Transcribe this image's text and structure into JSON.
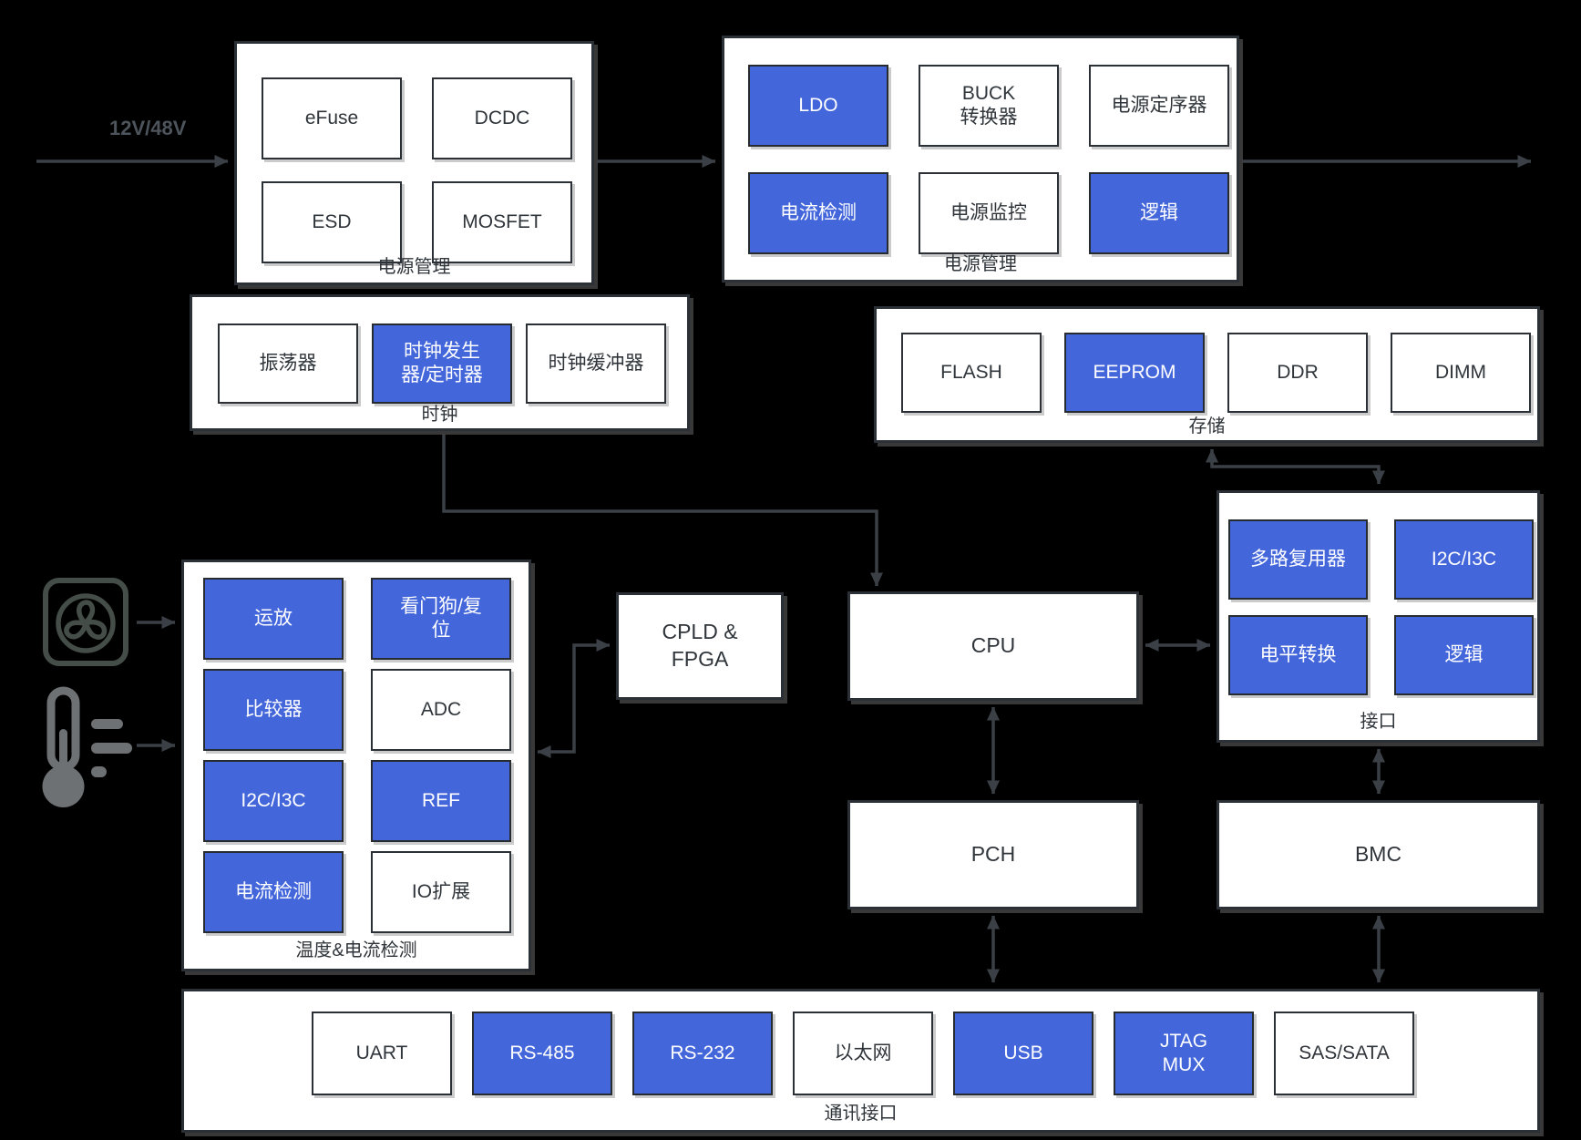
{
  "colors": {
    "background": "#000000",
    "box_fill": "#ffffff",
    "box_border": "#2a3036",
    "blue_fill": "#4366db",
    "blue_text": "#ffffff",
    "dark_text": "#2f353a",
    "line": "#3a4046",
    "muted_text": "#4d545b",
    "fan_icon": "#454d48",
    "thermometer_icon": "#6d7174"
  },
  "annotations": {
    "input_voltage": "12V/48V"
  },
  "groups": {
    "power1": {
      "label": "电源管理",
      "cells": [
        {
          "label": "eFuse",
          "blue": false
        },
        {
          "label": "DCDC",
          "blue": false
        },
        {
          "label": "ESD",
          "blue": false
        },
        {
          "label": "MOSFET",
          "blue": false
        }
      ]
    },
    "power2": {
      "label": "电源管理",
      "cells": [
        {
          "label": "LDO",
          "blue": true
        },
        {
          "label": "BUCK\n转换器",
          "blue": false
        },
        {
          "label": "电源定序器",
          "blue": false
        },
        {
          "label": "电流检测",
          "blue": true
        },
        {
          "label": "电源监控",
          "blue": false
        },
        {
          "label": "逻辑",
          "blue": true
        }
      ]
    },
    "clock": {
      "label": "时钟",
      "cells": [
        {
          "label": "振荡器",
          "blue": false
        },
        {
          "label": "时钟发生\n器/定时器",
          "blue": true
        },
        {
          "label": "时钟缓冲器",
          "blue": false
        }
      ]
    },
    "storage": {
      "label": "存储",
      "cells": [
        {
          "label": "FLASH",
          "blue": false
        },
        {
          "label": "EEPROM",
          "blue": true
        },
        {
          "label": "DDR",
          "blue": false
        },
        {
          "label": "DIMM",
          "blue": false
        }
      ]
    },
    "interface": {
      "label": "接口",
      "cells": [
        {
          "label": "多路复用器",
          "blue": true
        },
        {
          "label": "I2C/I3C",
          "blue": true
        },
        {
          "label": "电平转换",
          "blue": true
        },
        {
          "label": "逻辑",
          "blue": true
        }
      ]
    },
    "temp": {
      "label": "温度&电流检测",
      "cells": [
        {
          "label": "运放",
          "blue": true
        },
        {
          "label": "看门狗/复\n位",
          "blue": true
        },
        {
          "label": "比较器",
          "blue": true
        },
        {
          "label": "ADC",
          "blue": false
        },
        {
          "label": "I2C/I3C",
          "blue": true
        },
        {
          "label": "REF",
          "blue": true
        },
        {
          "label": "电流检测",
          "blue": true
        },
        {
          "label": "IO扩展",
          "blue": false
        }
      ]
    },
    "comm": {
      "label": "通讯接口",
      "cells": [
        {
          "label": "UART",
          "blue": false
        },
        {
          "label": "RS-485",
          "blue": true
        },
        {
          "label": "RS-232",
          "blue": true
        },
        {
          "label": "以太网",
          "blue": false
        },
        {
          "label": "USB",
          "blue": true
        },
        {
          "label": "JTAG\nMUX",
          "blue": true
        },
        {
          "label": "SAS/SATA",
          "blue": false
        }
      ]
    }
  },
  "nodes": {
    "cpld": {
      "label": "CPLD &\nFPGA"
    },
    "cpu": {
      "label": "CPU"
    },
    "pch": {
      "label": "PCH"
    },
    "bmc": {
      "label": "BMC"
    }
  }
}
